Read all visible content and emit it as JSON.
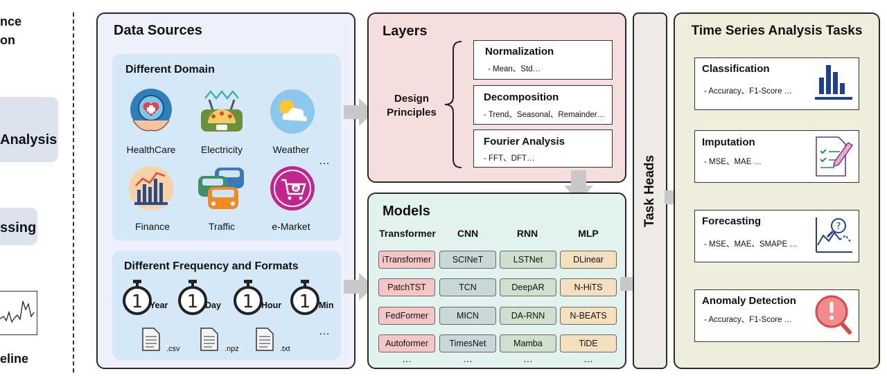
{
  "left_strip": {
    "frag1": "nce",
    "frag2": "on",
    "analysis": "Analysis",
    "processing": "ssing",
    "pipeline": "eline"
  },
  "data_sources": {
    "title": "Data Sources",
    "domain_title": "Different Domain",
    "domains": [
      {
        "label": "HealthCare",
        "icon": "healthcare-icon"
      },
      {
        "label": "Electricity",
        "icon": "electricity-icon"
      },
      {
        "label": "Weather",
        "icon": "weather-icon"
      },
      {
        "label": "Finance",
        "icon": "finance-icon"
      },
      {
        "label": "Traffic",
        "icon": "traffic-icon"
      },
      {
        "label": "e-Market",
        "icon": "emarket-icon"
      }
    ],
    "domain_more": "…",
    "freq_title": "Different Frequency and Formats",
    "freqs": [
      "Year",
      "Day",
      "Hour",
      "Min"
    ],
    "files": [
      ".csv",
      ".npz",
      ".txt"
    ],
    "freq_more": "…"
  },
  "layers": {
    "title": "Layers",
    "design_label": "Design\nPrinciples",
    "items": [
      {
        "name": "Normalization",
        "detail": "- Mean、Std…"
      },
      {
        "name": "Decomposition",
        "detail": "- Trend、Seasonal、Remainder…"
      },
      {
        "name": "Fourier Analysis",
        "detail": "- FFT、DFT…"
      }
    ]
  },
  "models": {
    "title": "Models",
    "columns": [
      {
        "header": "Transformer",
        "items": [
          "iTransformer",
          "PatchTST",
          "FedFormer",
          "Autoformer"
        ]
      },
      {
        "header": "CNN",
        "items": [
          "SCINeT",
          "TCN",
          "MICN",
          "TimesNet"
        ]
      },
      {
        "header": "RNN",
        "items": [
          "LSTNet",
          "DeepAR",
          "DA-RNN",
          "Mamba"
        ]
      },
      {
        "header": "MLP",
        "items": [
          "DLinear",
          "N-HiTS",
          "N-BEATS",
          "TiDE"
        ]
      }
    ],
    "more": "…"
  },
  "task_heads": {
    "label": "Task Heads"
  },
  "tasks": {
    "title": "Time Series Analysis Tasks",
    "items": [
      {
        "name": "Classification",
        "detail": "- Accuracy、F1-Score …",
        "icon": "bar-chart-icon"
      },
      {
        "name": "Imputation",
        "detail": "- MSE、MAE …",
        "icon": "document-pen-icon"
      },
      {
        "name": "Forecasting",
        "detail": "- MSE、MAE、SMAPE …",
        "icon": "forecast-chart-icon"
      },
      {
        "name": "Anomaly Detection",
        "detail": "- Accuracy、F1-Score …",
        "icon": "alert-magnifier-icon"
      }
    ]
  },
  "colors": {
    "data_panel": "#eef1fb",
    "data_inner": "#d5e8f8",
    "layers_panel": "#f5dede",
    "models_panel": "#e2f2ef",
    "task_heads": "#eeebe6",
    "tasks_panel": "#efeedc",
    "arrow": "#c8c8c8",
    "left_box": "#dde3ee"
  }
}
